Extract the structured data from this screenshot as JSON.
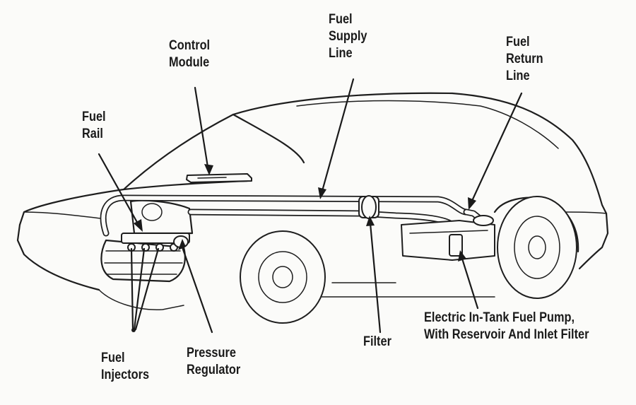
{
  "labels": {
    "control_module": [
      "Control",
      "Module"
    ],
    "fuel_supply_line": [
      "Fuel",
      "Supply",
      "Line"
    ],
    "fuel_return_line": [
      "Fuel",
      "Return",
      "Line"
    ],
    "fuel_rail": [
      "Fuel",
      "Rail"
    ],
    "fuel_injectors": [
      "Fuel",
      "Injectors"
    ],
    "pressure_regulator": [
      "Pressure",
      "Regulator"
    ],
    "filter": [
      "Filter"
    ],
    "fuel_pump": [
      "Electric In-Tank Fuel Pump,",
      "With Reservoir And Inlet Filter"
    ]
  },
  "colors": {
    "ink": "#1e1e1e",
    "paper": "#fbfbf9"
  }
}
